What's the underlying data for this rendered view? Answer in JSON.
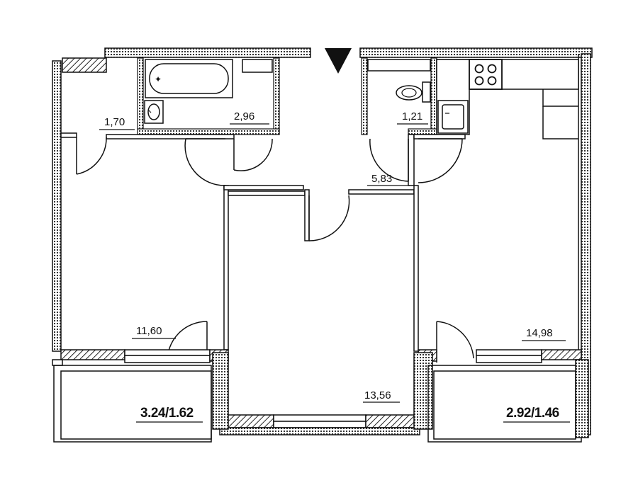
{
  "rooms": {
    "room_1_70": "1,70",
    "bathroom": "2,96",
    "toilet": "1,21",
    "hall": "5,83",
    "bedroom_left": "11,60",
    "bedroom_center": "13,56",
    "kitchen_room": "14,98"
  },
  "balconies": {
    "left": "3.24/1.62",
    "right": "2.92/1.46"
  }
}
